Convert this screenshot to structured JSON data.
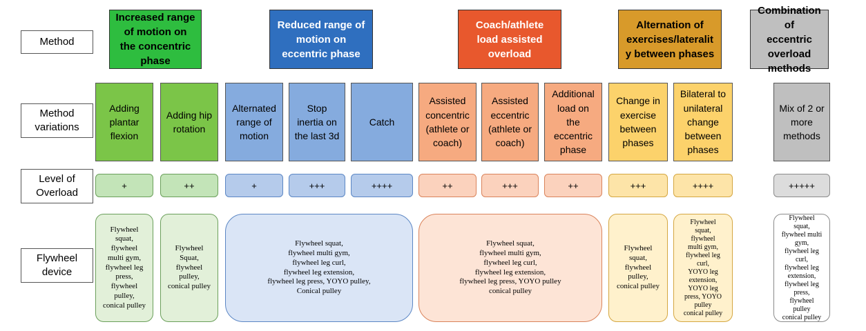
{
  "colors": {
    "green_head": "#2ebd3f",
    "green_var": "#7bc548",
    "green_lvl": "#c3e4b8",
    "green_dev": "#e2f0d9",
    "blue_head": "#2f6fbf",
    "blue_var": "#85abde",
    "blue_lvl": "#b5cbeb",
    "blue_dev": "#dae5f6",
    "orange_head": "#e8582d",
    "orange_var": "#f6aa80",
    "orange_lvl": "#fbd2bd",
    "orange_dev": "#fde4d6",
    "yellow_head": "#d89a2a",
    "yellow_var": "#fcd26b",
    "yellow_lvl": "#fde4a8",
    "yellow_dev": "#fff1cc",
    "gray_head": "#bfbfbf",
    "gray_var": "#bfbfbf",
    "gray_lvl": "#dcdcdc",
    "gray_dev": "#ffffff"
  },
  "row_labels": {
    "method": "Method",
    "variations": "Method\nvariations",
    "level": "Level of\nOverload",
    "device": "Flywheel\ndevice"
  },
  "methods": {
    "m1": "Increased range\nof motion on\nthe concentric\nphase",
    "m2": "Reduced range of\nmotion on\neccentric phase",
    "m3": "Coach/athlete\nload assisted\noverload",
    "m4": "Alternation of\nexercises/lateralit\ny between phases",
    "m5": "Combination of\neccentric\noverload\nmethods"
  },
  "variations": {
    "v1": "Adding\nplantar\nflexion",
    "v2": "Adding hip\nrotation",
    "v3": "Alternated\nrange of\nmotion",
    "v4": "Stop\ninertia on\nthe last 3d",
    "v5": "Catch",
    "v6": "Assisted\nconcentric\n(athlete or\ncoach)",
    "v7": "Assisted\neccentric\n(athlete or\ncoach)",
    "v8": "Additional\nload on\nthe\neccentric\nphase",
    "v9": "Change in\nexercise\nbetween\nphases",
    "v10": "Bilateral to\nunilateral\nchange\nbetween\nphases",
    "v11": "Mix of 2 or\nmore\nmethods"
  },
  "levels": {
    "l1": "+",
    "l2": "++",
    "l3": "+",
    "l4": "+++",
    "l5": "++++",
    "l6": "++",
    "l7": "+++",
    "l8": "++",
    "l9": "+++",
    "l10": "++++",
    "l11": "+++++"
  },
  "devices": {
    "d1": "Flywheel\nsquat,\nflywheel\nmulti gym,\nflywheel leg\npress,\nflywheel\npulley,\nconical pulley",
    "d2": "Flywheel\nSquat,\nflywheel\npulley,\nconical pulley",
    "d3": "Flywheel squat,\nflywheel multi gym,\nflywheel leg curl,\nflywheel leg extension,\nflywheel leg press, YOYO pulley,\nConical pulley",
    "d4": "Flywheel squat,\nflywheel multi gym,\nflywheel leg curl,\nflywheel leg extension,\nflywheel leg press, YOYO pulley\nconical pulley",
    "d5": "Flywheel\nsquat,\nflywheel\npulley,\nconical pulley",
    "d6": "Flywheel\nsquat,\nflywheel\nmulti gym,\nflywheel leg\ncurl,\nYOYO leg\nextension,\nYOYO leg\npress, YOYO\npulley\nconical pulley",
    "d7": "Flywheel\nsquat,\nflywheel multi\ngym,\nflywheel leg\ncurl,\nflywheel leg\nextension,\nflywheel leg\npress,\nflywheel\npulley\nconical pulley"
  }
}
